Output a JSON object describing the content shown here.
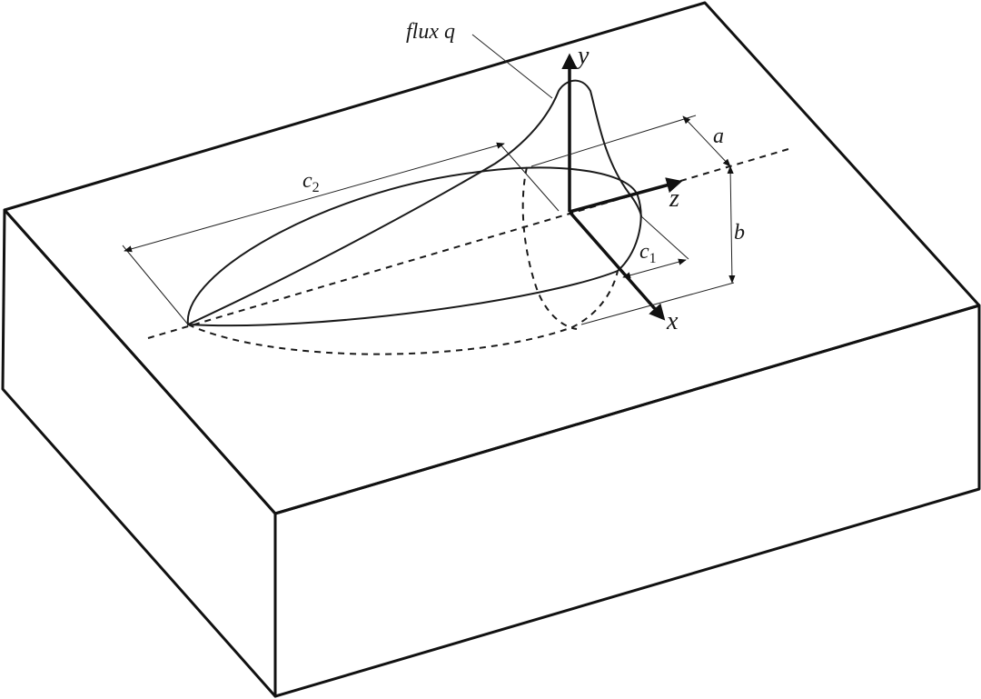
{
  "labels": {
    "flux": "flux q",
    "y": "y",
    "z": "z",
    "x": "x",
    "a": "a",
    "b": "b",
    "c1_base": "c",
    "c1_sub": "1",
    "c2_base": "c",
    "c2_sub": "2"
  }
}
